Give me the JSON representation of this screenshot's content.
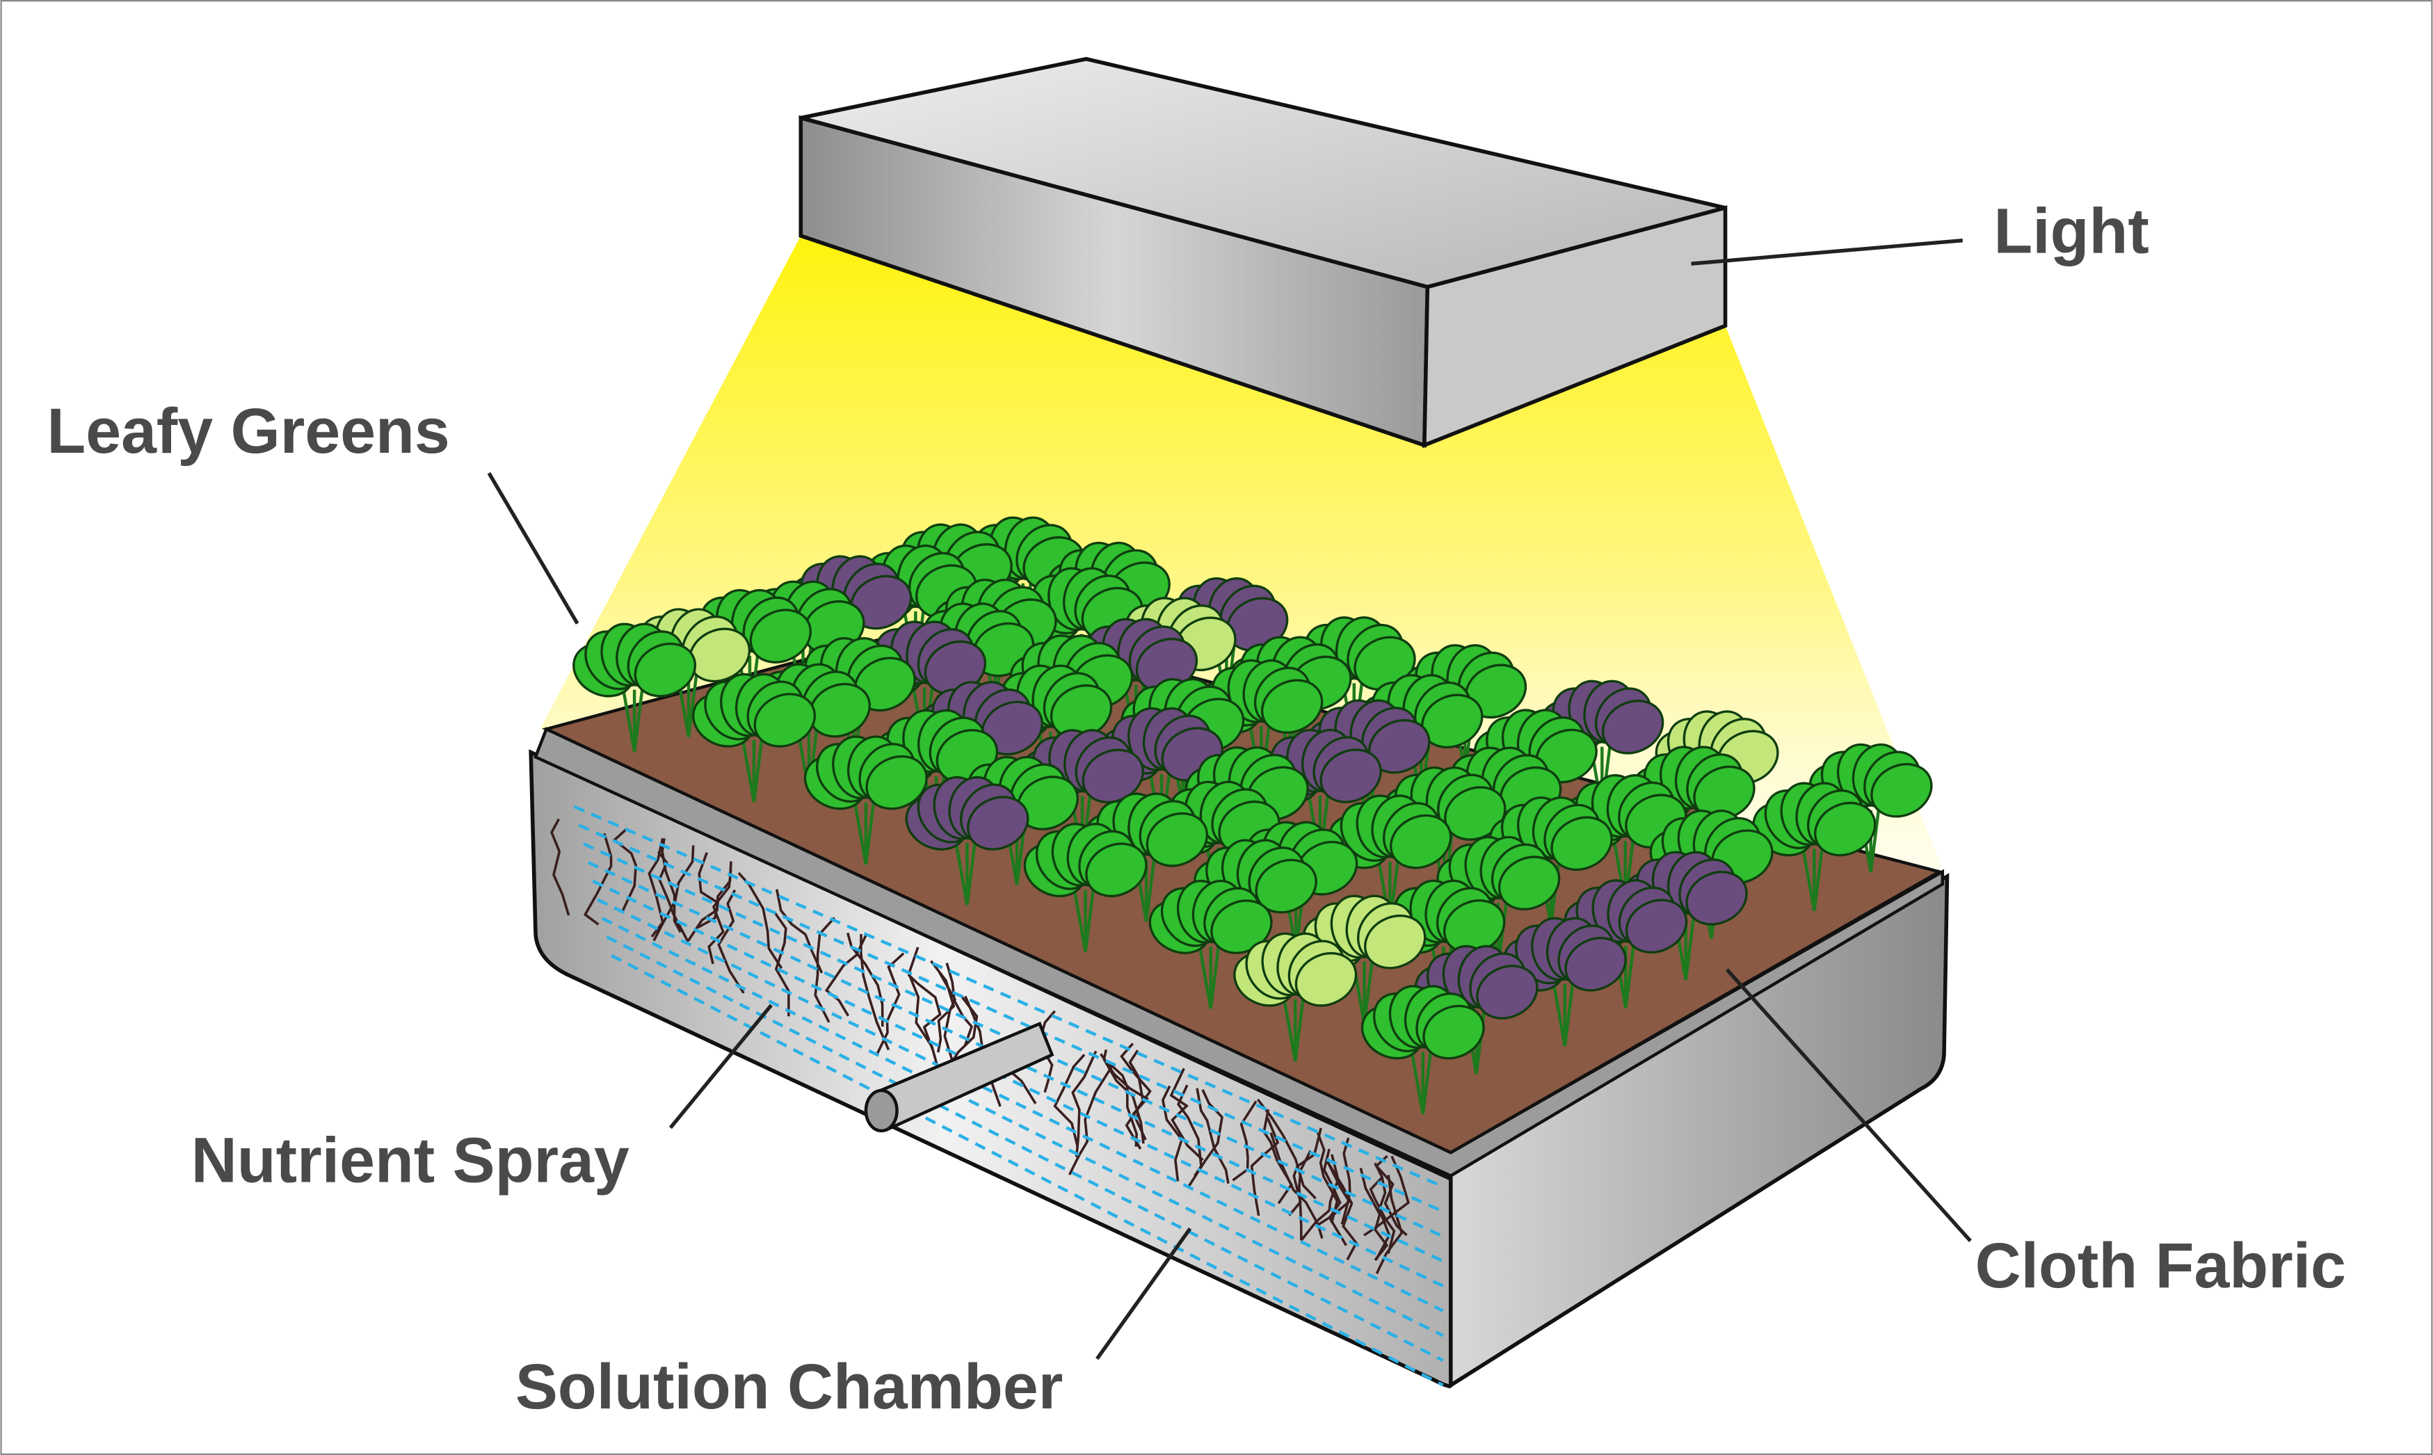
{
  "diagram": {
    "labels": {
      "light": "Light",
      "leafy_greens": "Leafy Greens",
      "nutrient_spray": "Nutrient Spray",
      "solution_chamber": "Solution Chamber",
      "cloth_fabric": "Cloth Fabric"
    },
    "colors": {
      "light_glow": "#fff200",
      "leaf_green": "#2fbf2f",
      "leaf_purple": "#6b4c7e",
      "leaf_pale": "#c2e67a",
      "fabric": "#8a5a44",
      "spray": "#2ab0e6",
      "roots": "#3a1f1f",
      "label_text": "#4a4a4a"
    }
  }
}
